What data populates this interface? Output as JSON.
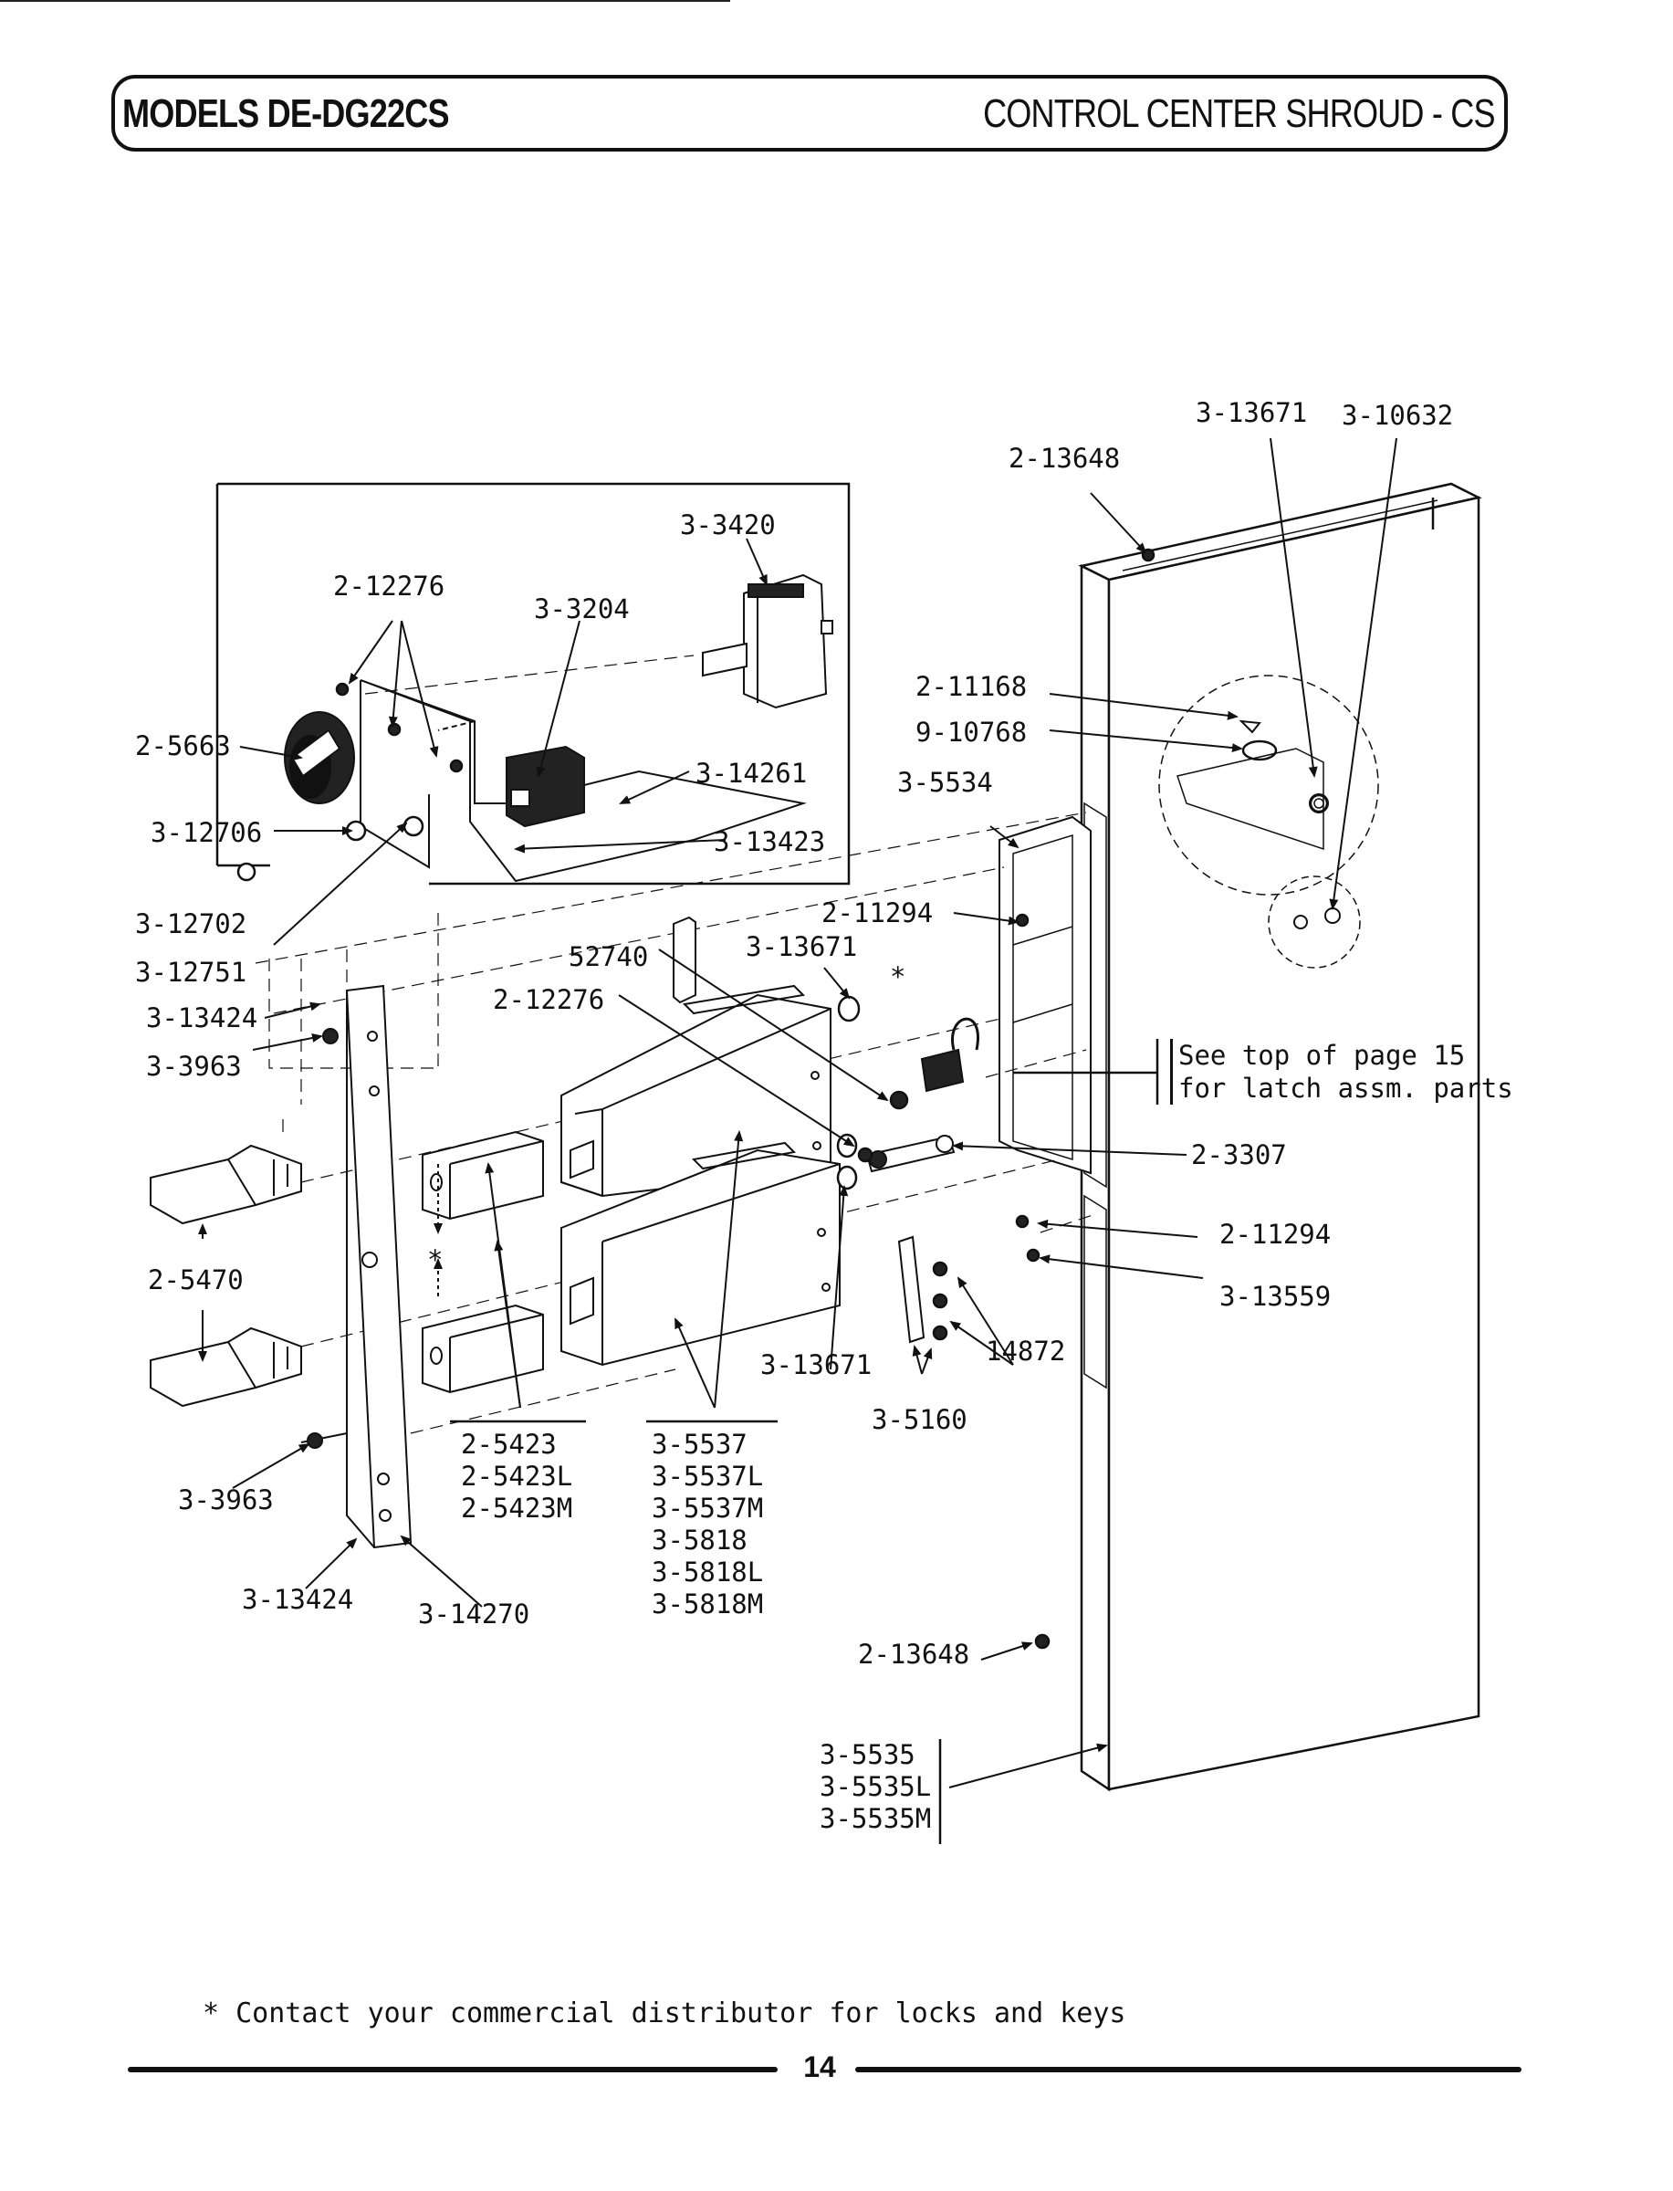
{
  "header": {
    "models": "MODELS DE-DG22CS",
    "section": "CONTROL CENTER SHROUD - CS"
  },
  "parts": {
    "p_3_13671_top": "3-13671",
    "p_3_10632": "3-10632",
    "p_2_13648_top": "2-13648",
    "p_3_3420": "3-3420",
    "p_2_12276_a": "2-12276",
    "p_3_3204": "3-3204",
    "p_2_11168": "2-11168",
    "p_9_10768": "9-10768",
    "p_2_5663": "2-5663",
    "p_3_14261": "3-14261",
    "p_3_5534": "3-5534",
    "p_3_12706": "3-12706",
    "p_3_13423": "3-13423",
    "p_3_12702": "3-12702",
    "p_2_11294_a": "2-11294",
    "p_52740": "52740",
    "p_3_13671_mid": "3-13671",
    "p_3_12751": "3-12751",
    "p_2_12276_b": "2-12276",
    "p_3_13424_a": "3-13424",
    "p_3_3963_a": "3-3963",
    "p_2_3307": "2-3307",
    "p_2_11294_b": "2-11294",
    "p_2_5470": "2-5470",
    "p_3_13559": "3-13559",
    "p_14872": "14872",
    "p_3_13671_low": "3-13671",
    "p_3_5160": "3-5160",
    "p_3_3963_b": "3-3963",
    "p_3_13424_b": "3-13424",
    "p_3_14270": "3-14270",
    "p_2_13648_bot": "2-13648",
    "asterisk": "*"
  },
  "group_2_5423": [
    "2-5423",
    "2-5423L",
    "2-5423M"
  ],
  "group_3_5537": [
    "3-5537",
    "3-5537L",
    "3-5537M",
    "3-5818",
    "3-5818L",
    "3-5818M"
  ],
  "group_3_5535": [
    "3-5535",
    "3-5535L",
    "3-5535M"
  ],
  "note": {
    "line1": "See top of page 15",
    "line2": "for latch assm. parts"
  },
  "footnote": "* Contact your commercial distributor for locks and keys",
  "page_number": "14"
}
